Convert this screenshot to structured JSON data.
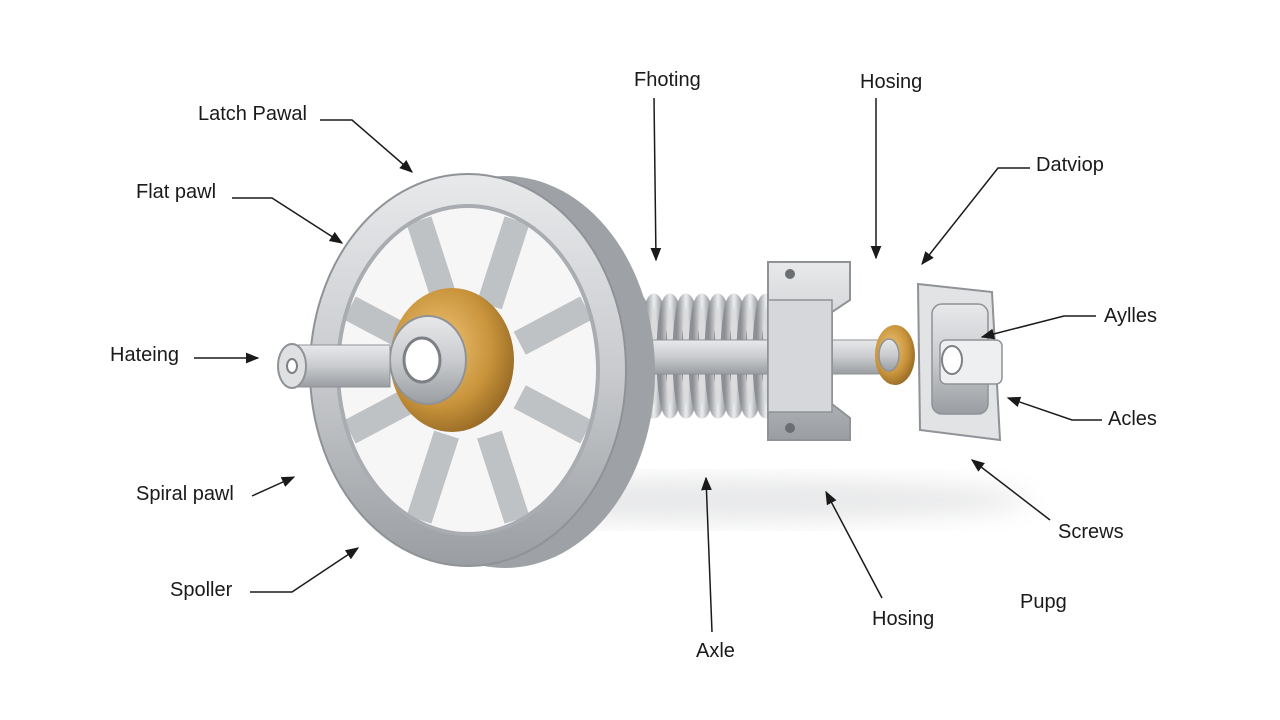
{
  "colors": {
    "background": "#ffffff",
    "metal": "#c9cbce",
    "metal_dark": "#8f9296",
    "bronze": "#c8933a",
    "leader": "#1a1a1a"
  },
  "labels": {
    "latch_pawal": "Latch Pawal",
    "flat_pawl": "Flat pawl",
    "hateing": "Hateing",
    "spiral_pawl": "Spiral pawl",
    "spoller": "Spoller",
    "fhoting": "Fhoting",
    "hosing_top": "Hosing",
    "datviop": "Datviop",
    "aylles": "Aylles",
    "acles": "Acles",
    "screws": "Screws",
    "pupg": "Pupg",
    "hosing_bottom": "Hosing",
    "axle": "Axle"
  }
}
